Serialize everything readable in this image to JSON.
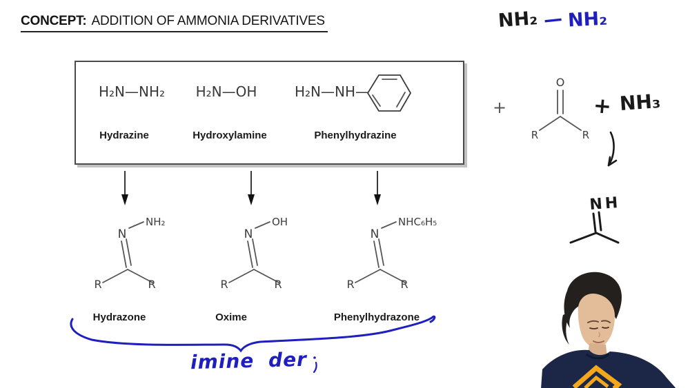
{
  "title": {
    "prefix": "CONCEPT:",
    "text": "ADDITION OF AMMONIA DERIVATIVES"
  },
  "reagent_box": {
    "compounds": [
      {
        "formula": "H₂N—NH₂",
        "name": "Hydrazine"
      },
      {
        "formula": "H₂N—OH",
        "name": "Hydroxylamine"
      },
      {
        "formula": "H₂N—NH—",
        "name": "Phenylhydrazine"
      }
    ]
  },
  "products": [
    {
      "nitrogen": "N",
      "substituent": "NH₂",
      "r_left": "R",
      "r_right": "R",
      "name": "Hydrazone"
    },
    {
      "nitrogen": "N",
      "substituent": "OH",
      "r_left": "R",
      "r_right": "R",
      "name": "Oxime"
    },
    {
      "nitrogen": "N",
      "substituent": "NHC₆H₅",
      "r_left": "R",
      "r_right": "R",
      "name": "Phenylhydrazone"
    }
  ],
  "ketone": {
    "plus": "+",
    "oxygen": "O",
    "r_left": "R",
    "r_right": "R"
  },
  "handwriting": {
    "hydrazine_black": "NH₂",
    "hydrazine_bond": "—",
    "hydrazine_blue": "NH₂",
    "plus_sign": "+",
    "ammonia": "NH₃",
    "imine_top": "NH",
    "brace_label": "imine der"
  },
  "colors": {
    "ink_blue": "#1f1fc0",
    "ink_black": "#1a1a1a",
    "print_dark": "#3a3a3a",
    "print_gray": "#555555",
    "shirt_navy": "#1c2747",
    "logo_yellow": "#f2a71d"
  }
}
